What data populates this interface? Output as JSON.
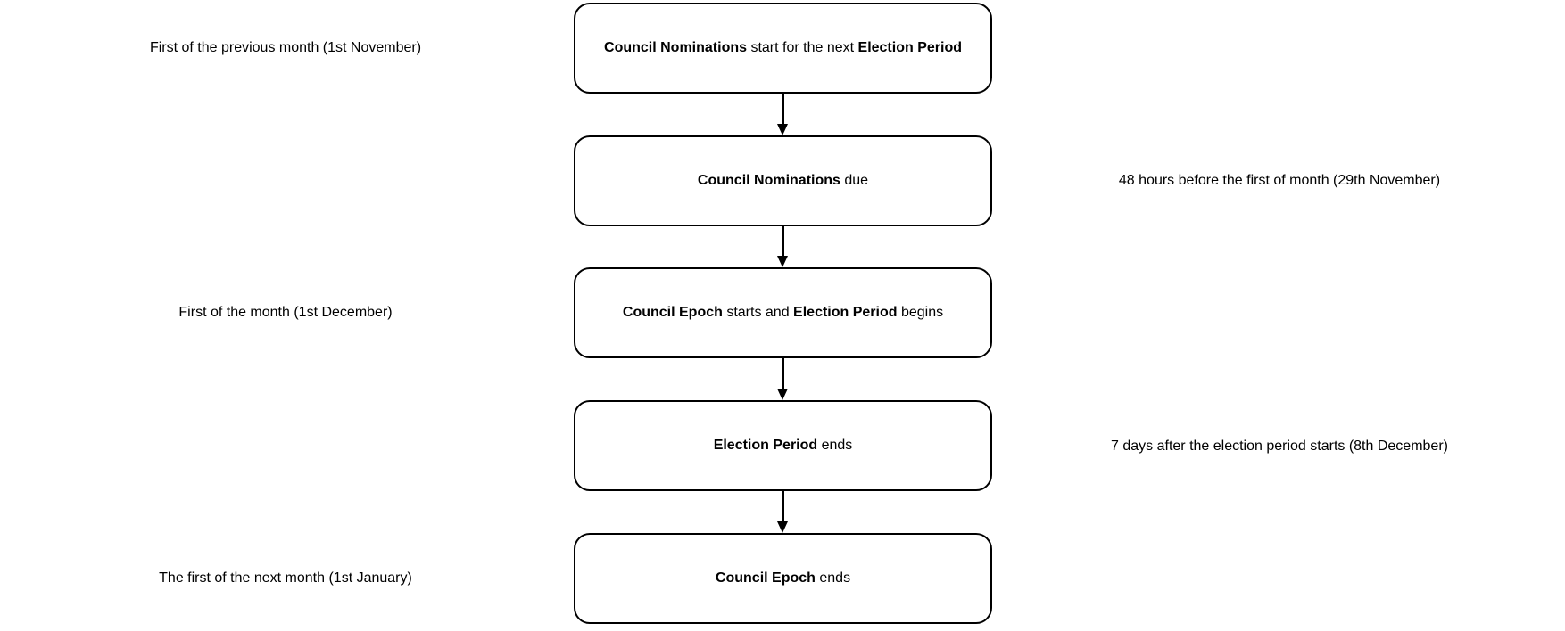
{
  "diagram": {
    "type": "flowchart",
    "background_color": "#ffffff",
    "stroke_color": "#000000",
    "text_color": "#000000",
    "nodes": [
      {
        "full_text": "Council Nominations start for the next Election Period",
        "segments": [
          {
            "text": "Council Nominations",
            "bold": true
          },
          {
            "text": " start for the next ",
            "bold": false
          },
          {
            "text": "Election Period",
            "bold": true
          }
        ]
      },
      {
        "full_text": "Council Nominations due",
        "segments": [
          {
            "text": "Council Nominations",
            "bold": true
          },
          {
            "text": " due",
            "bold": false
          }
        ]
      },
      {
        "full_text": "Council Epoch starts and Election Period begins",
        "segments": [
          {
            "text": "Council Epoch",
            "bold": true
          },
          {
            "text": " starts and ",
            "bold": false
          },
          {
            "text": "Election Period",
            "bold": true
          },
          {
            "text": " begins",
            "bold": false
          }
        ]
      },
      {
        "full_text": "Election Period ends",
        "segments": [
          {
            "text": "Election Period",
            "bold": true
          },
          {
            "text": " ends",
            "bold": false
          }
        ]
      },
      {
        "full_text": "Council Epoch ends",
        "segments": [
          {
            "text": "Council Epoch",
            "bold": true
          },
          {
            "text": " ends",
            "bold": false
          }
        ]
      }
    ],
    "side_labels": [
      {
        "side": "left",
        "text": "First of the previous month (1st November)"
      },
      {
        "side": "right",
        "text": "48 hours before the first of month (29th November)"
      },
      {
        "side": "left",
        "text": "First of the month (1st December)"
      },
      {
        "side": "right",
        "text": "7 days after the election period starts (8th December)"
      },
      {
        "side": "left",
        "text": "The first of the next month (1st January)"
      }
    ],
    "connectors": [
      {
        "from": 0,
        "to": 1,
        "style": "arrow-down"
      },
      {
        "from": 1,
        "to": 2,
        "style": "arrow-down"
      },
      {
        "from": 2,
        "to": 3,
        "style": "arrow-down"
      },
      {
        "from": 3,
        "to": 4,
        "style": "arrow-down"
      }
    ]
  }
}
